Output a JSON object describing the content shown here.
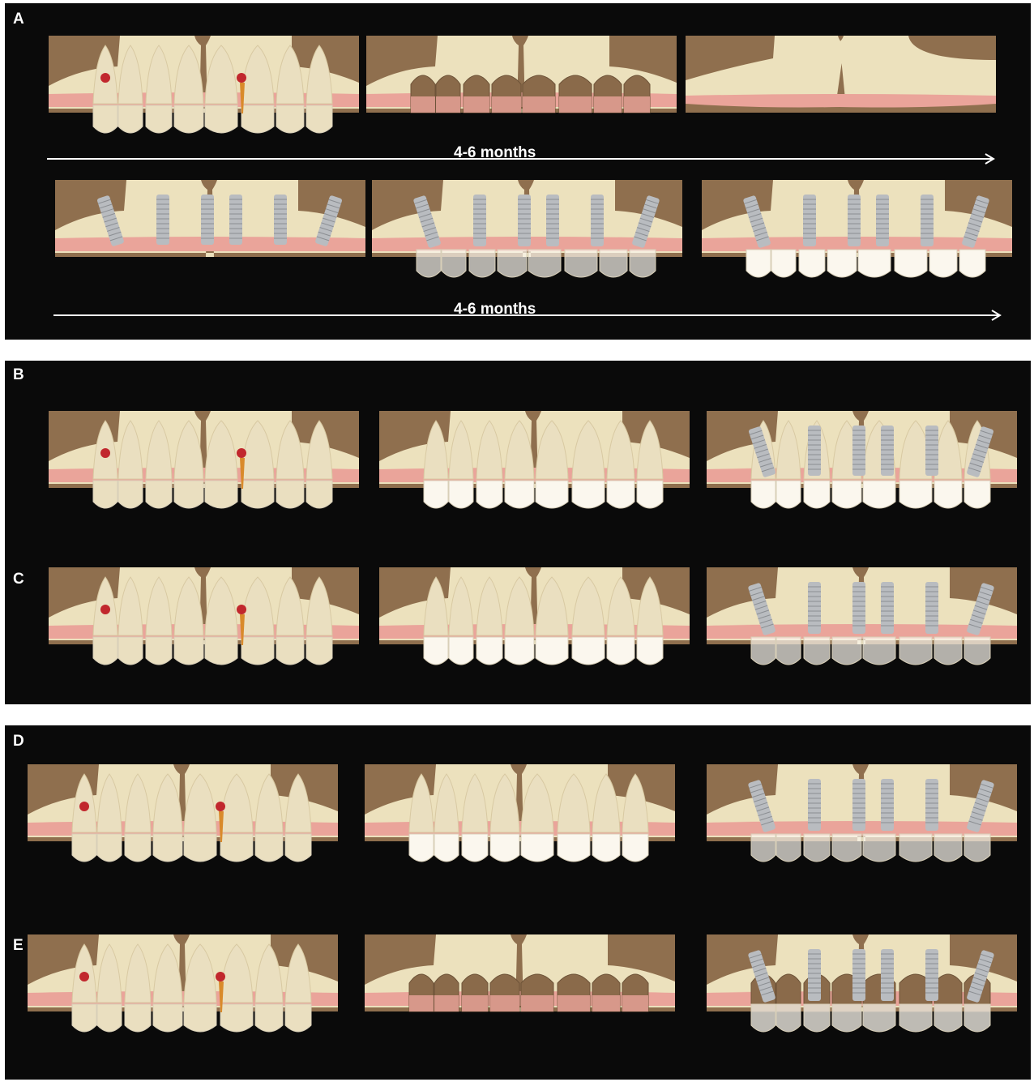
{
  "panels": {
    "a": {
      "label": "A",
      "timeline_1": "4-6 months",
      "timeline_2": "4-6 months"
    },
    "b": {
      "label": "B"
    },
    "c": {
      "label": "C"
    },
    "d": {
      "label": "D"
    },
    "e": {
      "label": "E"
    }
  },
  "colors": {
    "background": "#0a0a0a",
    "sinus": "#8f6f4e",
    "bone": "#ece1bd",
    "gum": "#eaa49a",
    "tooth": "#eadfc0",
    "crown": "#fbf7ee",
    "implant": "#b9bcc0",
    "decay": "#c1272d",
    "canal": "#d98a2b",
    "arrow": "#ffffff"
  },
  "icons": {
    "illustration": "dental-arch-illustration",
    "arrow": "timeline-arrow-icon"
  }
}
